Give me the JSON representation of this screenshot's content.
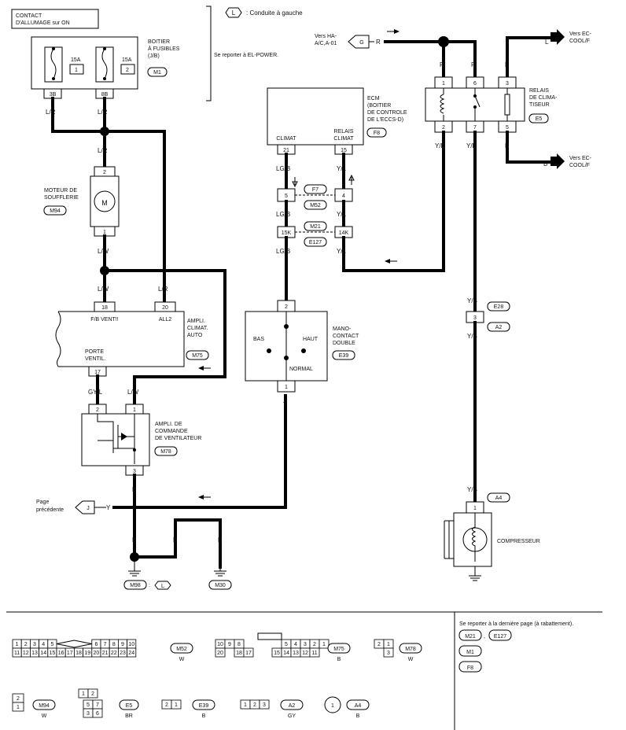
{
  "legend_note": {
    "badge": "L",
    "text": ": Conduite à gauche"
  },
  "refer_el_power": "Se reporter à EL-POWER.",
  "ignition": "CONTACT D'ALLUMAGE sur ON",
  "fuse_box": {
    "label": "BOITIER À FUSIBLES (J/B)",
    "conn": "M1",
    "fuses": [
      {
        "amp": "15A",
        "num": "1",
        "pin": "3B"
      },
      {
        "amp": "15A",
        "num": "2",
        "pin": "8B"
      }
    ]
  },
  "wires": {
    "lr": "L/R",
    "lw": "L/W",
    "lgb": "LG/B",
    "yl": "Y/L",
    "yb": "Y/B",
    "r": "R",
    "l": "L",
    "b": "B",
    "y": "Y",
    "gyl": "GY/L"
  },
  "blower_motor": {
    "label": "MOTEUR DE SOUFFLERIE",
    "conn": "M94",
    "pin_top": "2",
    "pin_bot": "1",
    "symbol": "M"
  },
  "ampli_auto": {
    "label": "AMPLI. CLIMAT. AUTO",
    "conn": "M75",
    "pin18": "18",
    "pin20": "20",
    "pin17": "17",
    "fb": "F/B VENT!!",
    "all2": "ALL2",
    "porte": "PORTE VENTIL."
  },
  "fan_ctrl": {
    "label": "AMPLI. DE COMMANDE DE VENTILATEUR",
    "conn": "M78",
    "pin1": "1",
    "pin2": "2",
    "pin3": "3"
  },
  "ecm": {
    "label": "ECM (BOITIER DE CONTROLE DE L'ECCS-D)",
    "conn": "F8",
    "climat": "CLIMAT",
    "relais": "RELAIS CLIMAT",
    "pin21": "21",
    "pin15": "15"
  },
  "joint1": {
    "a": "5",
    "b": "4",
    "c1": "F7",
    "c2": "M52"
  },
  "joint2": {
    "a": "15K",
    "b": "14K",
    "c1": "M21",
    "c2": "E127"
  },
  "pressure_sw": {
    "label": "MANO-CONTACT DOUBLE",
    "conn": "E39",
    "bas": "BAS",
    "haut": "HAUT",
    "normal": "NORMAL",
    "pin2": "2",
    "pin1": "1"
  },
  "relay": {
    "label": "RELAIS DE CLIMA-TISEUR",
    "conn": "E5",
    "pins": [
      "1",
      "6",
      "3",
      "2",
      "7",
      "5"
    ]
  },
  "vers_ha": "Vers HA-A/C,A-01",
  "vers_ha_badge": "G",
  "vers_ec1": "Vers EC-COOL/F",
  "vers_ec2": "Vers EC-COOL/F",
  "joint3": {
    "pin": "3",
    "c1": "E28",
    "c2": "A2"
  },
  "compressor": {
    "label": "COMPRESSEUR",
    "conn": "A4",
    "pin": "1"
  },
  "page_prec": "Page précédente",
  "page_badge": "J",
  "grounds": {
    "g1": "M98",
    "g1_badge": "L",
    "g2": "M30"
  },
  "footer": {
    "m52": {
      "conn": "M52",
      "color": "W",
      "row1": [
        "1",
        "2",
        "3",
        "4",
        "5",
        "6",
        "7",
        "8",
        "9",
        "10"
      ],
      "row2": [
        "11",
        "12",
        "13",
        "14",
        "15",
        "16",
        "17",
        "18",
        "19",
        "20",
        "21",
        "22",
        "23",
        "24"
      ]
    },
    "m75": {
      "conn": "M75",
      "color": "B",
      "row1": [
        "10",
        "9",
        "8",
        "5",
        "4",
        "3",
        "2",
        "1"
      ],
      "row2": [
        "20",
        "18",
        "17",
        "15",
        "14",
        "13",
        "12",
        "11"
      ]
    },
    "m78": {
      "conn": "M78",
      "color": "W",
      "pins": [
        "2",
        "1",
        "3"
      ]
    },
    "m94": {
      "conn": "M94",
      "color": "W",
      "pins": [
        "2",
        "1"
      ]
    },
    "e5": {
      "conn": "E5",
      "color": "BR",
      "pins": [
        "1",
        "2",
        "5",
        "7",
        "3",
        "6"
      ]
    },
    "e39": {
      "conn": "E39",
      "color": "B",
      "pins": [
        "2",
        "1"
      ]
    },
    "a2": {
      "conn": "A2",
      "color": "GY",
      "pins": [
        "1",
        "2",
        "3"
      ]
    },
    "a4": {
      "conn": "A4",
      "color": "B",
      "pins": [
        "1"
      ]
    },
    "refer_last": "Se reporter à la dernière page (à rabattement).",
    "refer_conns": [
      "M21",
      "E127",
      "M1",
      "F8"
    ]
  }
}
